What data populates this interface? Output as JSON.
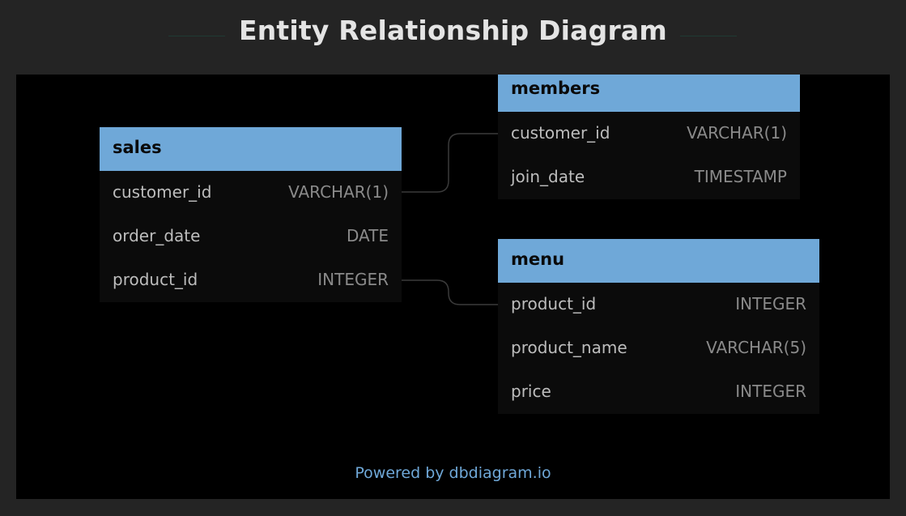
{
  "title": "Entity Relationship Diagram",
  "colors": {
    "page_bg": "#242424",
    "canvas_bg": "#000000",
    "table_header": "#6fa8d8",
    "table_body": "#0b0b0b",
    "field_name": "#bdbdbd",
    "field_type": "#8a8a8a",
    "link": "#6fa8d8"
  },
  "tables": {
    "sales": {
      "name": "sales",
      "fields": [
        {
          "name": "customer_id",
          "type": "VARCHAR(1)"
        },
        {
          "name": "order_date",
          "type": "DATE"
        },
        {
          "name": "product_id",
          "type": "INTEGER"
        }
      ]
    },
    "members": {
      "name": "members",
      "fields": [
        {
          "name": "customer_id",
          "type": "VARCHAR(1)"
        },
        {
          "name": "join_date",
          "type": "TIMESTAMP"
        }
      ]
    },
    "menu": {
      "name": "menu",
      "fields": [
        {
          "name": "product_id",
          "type": "INTEGER"
        },
        {
          "name": "product_name",
          "type": "VARCHAR(5)"
        },
        {
          "name": "price",
          "type": "INTEGER"
        }
      ]
    }
  },
  "footer": "Powered by dbdiagram.io"
}
